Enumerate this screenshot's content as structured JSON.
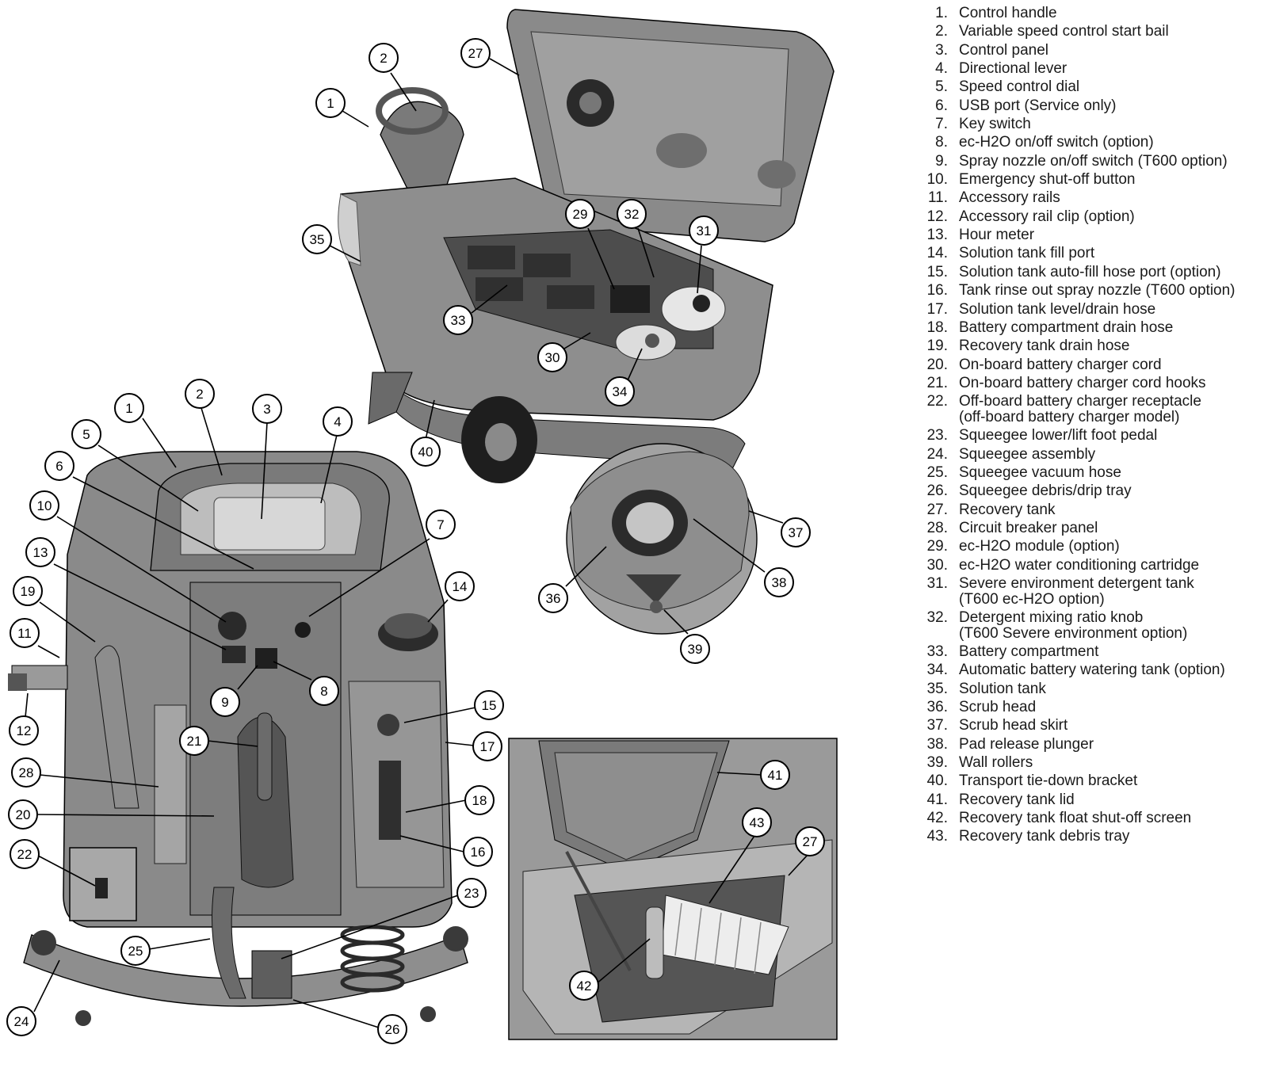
{
  "legend": [
    {
      "n": "1.",
      "t": "Control handle"
    },
    {
      "n": "2.",
      "t": "Variable speed control start bail"
    },
    {
      "n": "3.",
      "t": "Control panel"
    },
    {
      "n": "4.",
      "t": "Directional lever"
    },
    {
      "n": "5.",
      "t": "Speed control dial"
    },
    {
      "n": "6.",
      "t": "USB port (Service only)"
    },
    {
      "n": "7.",
      "t": "Key switch"
    },
    {
      "n": "8.",
      "t": "ec-H2O on/off switch (option)"
    },
    {
      "n": "9.",
      "t": "Spray nozzle on/off switch (T600 option)"
    },
    {
      "n": "10.",
      "t": "Emergency shut-off button"
    },
    {
      "n": "11.",
      "t": "Accessory rails"
    },
    {
      "n": "12.",
      "t": "Accessory rail clip (option)"
    },
    {
      "n": "13.",
      "t": "Hour meter"
    },
    {
      "n": "14.",
      "t": "Solution tank fill port"
    },
    {
      "n": "15.",
      "t": "Solution tank auto-fill hose port (option)"
    },
    {
      "n": "16.",
      "t": "Tank rinse out spray nozzle (T600 option)"
    },
    {
      "n": "17.",
      "t": "Solution tank level/drain hose"
    },
    {
      "n": "18.",
      "t": "Battery compartment drain hose"
    },
    {
      "n": "19.",
      "t": "Recovery tank drain hose"
    },
    {
      "n": "20.",
      "t": "On-board battery charger cord"
    },
    {
      "n": "21.",
      "t": "On-board battery charger cord hooks"
    },
    {
      "n": "22.",
      "t": "Off-board battery charger receptacle",
      "t2": "(off-board battery charger model)"
    },
    {
      "n": "23.",
      "t": "Squeegee lower/lift foot pedal"
    },
    {
      "n": "24.",
      "t": "Squeegee assembly"
    },
    {
      "n": "25.",
      "t": "Squeegee vacuum hose"
    },
    {
      "n": "26.",
      "t": "Squeegee debris/drip tray"
    },
    {
      "n": "27.",
      "t": "Recovery tank"
    },
    {
      "n": "28.",
      "t": "Circuit breaker panel"
    },
    {
      "n": "29.",
      "t": "ec-H2O module (option)"
    },
    {
      "n": "30.",
      "t": "ec-H2O water conditioning cartridge"
    },
    {
      "n": "31.",
      "t": "Severe environment detergent tank",
      "t2": " (T600 ec-H2O option)"
    },
    {
      "n": "32.",
      "t": "Detergent mixing ratio knob",
      "t2": " (T600 Severe environment option)"
    },
    {
      "n": "33.",
      "t": "Battery compartment"
    },
    {
      "n": "34.",
      "t": "Automatic battery watering tank (option)"
    },
    {
      "n": "35.",
      "t": "Solution tank"
    },
    {
      "n": "36.",
      "t": "Scrub head"
    },
    {
      "n": "37.",
      "t": "Scrub head skirt"
    },
    {
      "n": "38.",
      "t": "Pad release plunger"
    },
    {
      "n": "39.",
      "t": "Wall rollers"
    },
    {
      "n": "40.",
      "t": "Transport tie-down bracket"
    },
    {
      "n": "41.",
      "t": "Recovery tank lid"
    },
    {
      "n": "42.",
      "t": "Recovery tank float shut-off screen"
    },
    {
      "n": "43.",
      "t": "Recovery tank debris tray"
    }
  ],
  "callouts": [
    "1",
    "2",
    "27",
    "35",
    "29",
    "32",
    "31",
    "33",
    "30",
    "34",
    "40",
    "37",
    "38",
    "36",
    "39",
    "1",
    "2",
    "3",
    "4",
    "5",
    "6",
    "10",
    "7",
    "13",
    "14",
    "19",
    "11",
    "9",
    "8",
    "12",
    "15",
    "21",
    "17",
    "28",
    "18",
    "20",
    "16",
    "22",
    "23",
    "25",
    "24",
    "26",
    "41",
    "43",
    "27",
    "42"
  ],
  "colors": {
    "body": "#8f8f8f",
    "dark": "#5e5e5e",
    "light": "#bdbdbd",
    "outline": "#000000"
  }
}
